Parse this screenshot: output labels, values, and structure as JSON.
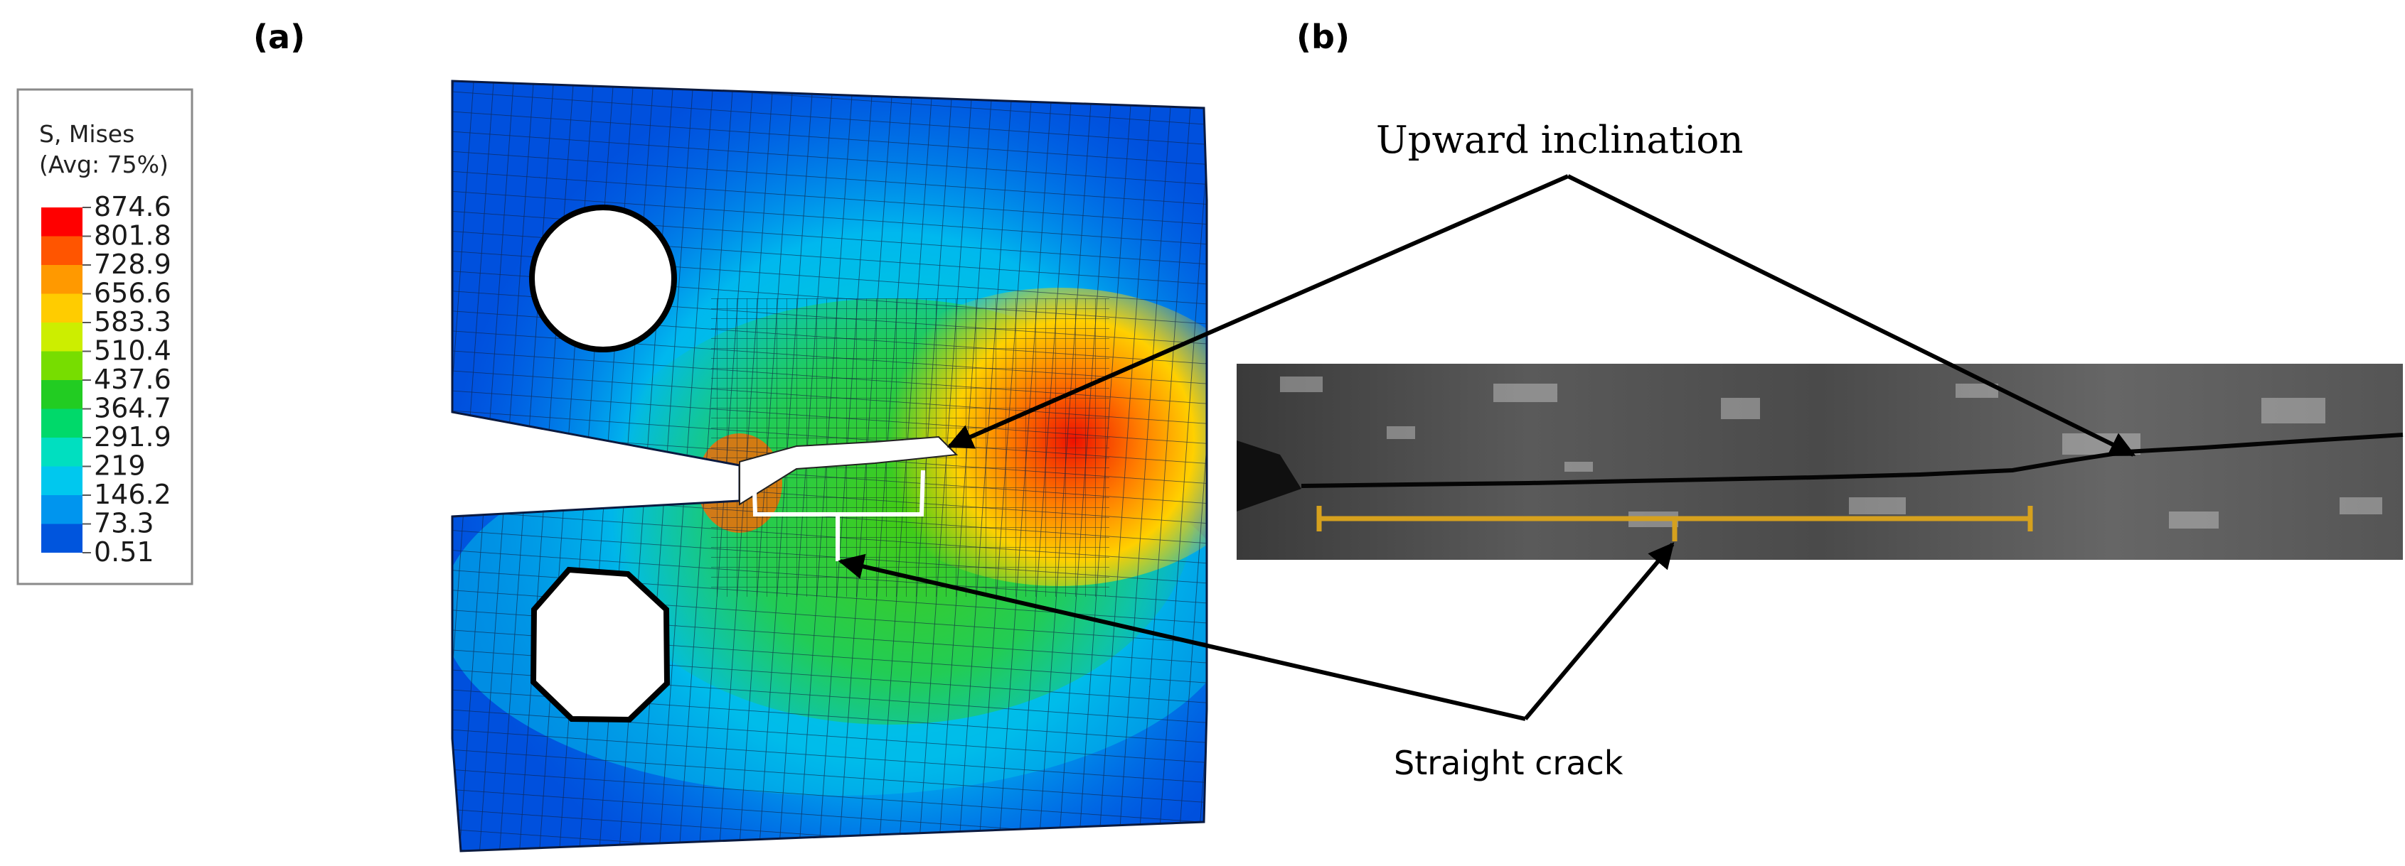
{
  "figure": {
    "panel_a_label": "(a)",
    "panel_b_label": "(b)",
    "legend": {
      "title_line1": "S, Mises",
      "title_line2": "(Avg: 75%)",
      "values": [
        "874.6",
        "801.8",
        "728.9",
        "656.6",
        "583.3",
        "510.4",
        "437.6",
        "364.7",
        "291.9",
        "219",
        "146.2",
        "73.3",
        "0.51"
      ],
      "colors": [
        "#ff0000",
        "#ff5500",
        "#ff9900",
        "#ffcc00",
        "#ccee00",
        "#77dd00",
        "#22cc22",
        "#00d96a",
        "#00dfc0",
        "#00c8ee",
        "#0095ee",
        "#0055dd",
        "#0000ee"
      ]
    },
    "annotations": {
      "upward_inclination": "Upward inclination",
      "straight_crack": "Straight crack"
    },
    "accent_colors": {
      "bracket_b": "#d6a11e",
      "bracket_a": "#ffffff"
    }
  }
}
